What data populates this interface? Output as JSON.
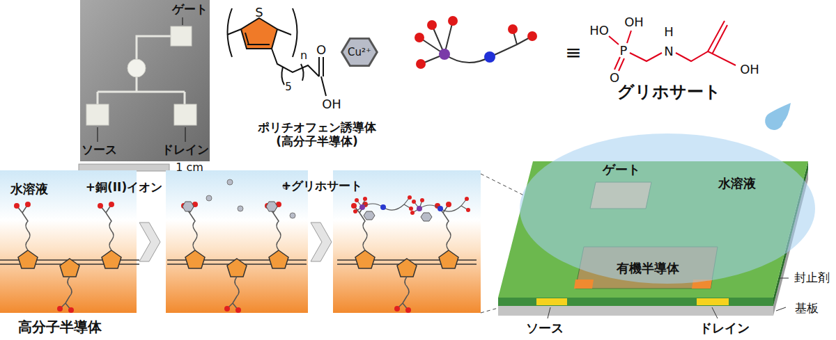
{
  "diagram": {
    "nodes": [
      {
        "text": [
          "Cu²⁺"
        ]
      }
    ],
    "labels": [
      "ゲート",
      "ソース",
      "ドレイン",
      "1 cm",
      "S",
      "n",
      "5",
      "O",
      "OH",
      "ポリチオフェン誘導体 (高分子半導体)",
      "≡",
      "HO",
      "OH",
      "P",
      "H",
      "N",
      "O",
      "OH",
      "グリホサート",
      "水溶液",
      "+銅(II)イオン",
      "+グリホサート",
      "高分子半導体",
      "ゲート",
      "水溶液",
      "有機半導体",
      "封止剤",
      "基板",
      "ソース",
      "ドレイン"
    ]
  }
}
